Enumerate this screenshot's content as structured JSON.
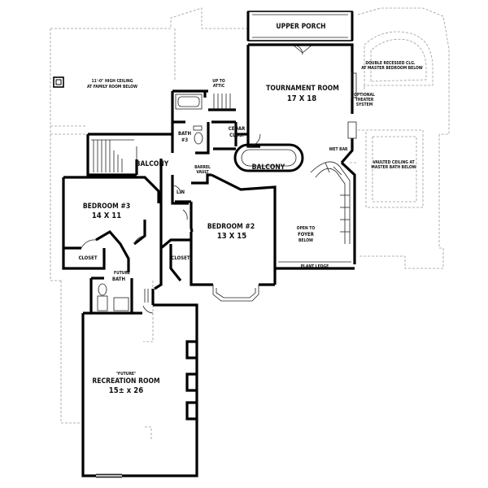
{
  "rooms": {
    "upper_porch": "UPPER PORCH",
    "high_ceiling_1": "11'-0\" HIGH CEILING",
    "high_ceiling_2": "AT FAMILY ROOM BELOW",
    "up_to_attic_1": "UP TO",
    "up_to_attic_2": "ATTIC",
    "tournament_name": "TOURNAMENT ROOM",
    "tournament_dim": "17 X 18",
    "double_recessed_1": "DOUBLE RECESSED CLG.",
    "double_recessed_2": "AT MASTER BEDROOM BELOW",
    "optional_1": "OPTIONAL",
    "optional_2": "THEATER",
    "optional_3": "SYSTEM",
    "cedar_1": "CEDAR",
    "cedar_2": "CLOS.",
    "bath3_1": "BATH",
    "bath3_2": "#3",
    "wet_bar": "WET BAR",
    "balcony_left": "BALCONY",
    "barrel_1": "BARREL",
    "barrel_2": "VAULT",
    "balcony_center": "BALCONY",
    "vaulted_1": "VAULTED CEILING AT",
    "vaulted_2": "MASTER BATH BELOW",
    "lin": "LIN",
    "bedroom3_name": "BEDROOM #3",
    "bedroom3_dim": "14 X 11",
    "bedroom2_name": "BEDROOM #2",
    "bedroom2_dim": "13 X 15",
    "open_1": "OPEN TO",
    "open_2": "FOYER",
    "open_3": "BELOW",
    "closet_left": "CLOSET",
    "closet_right": "CLOSET",
    "future_bath_1": "FUTURE",
    "future_bath_2": "BATH",
    "plant_ledge": "PLANT LEDGE",
    "future": "\"FUTURE\"",
    "recreation_name": "RECREATION ROOM",
    "recreation_dim": "15± x 26"
  }
}
